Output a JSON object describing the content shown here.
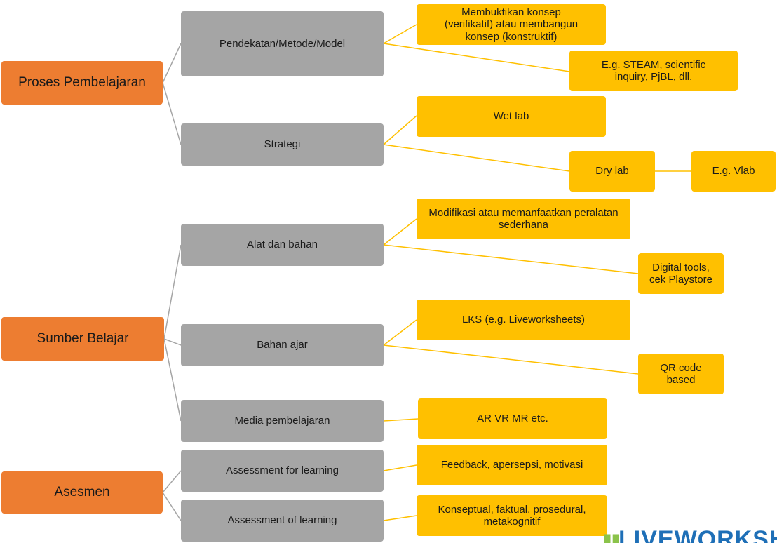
{
  "categories": {
    "proses": "Proses Pembelajaran",
    "sumber": "Sumber Belajar",
    "asesmen": "Asesmen"
  },
  "subs": {
    "pendekatan": "Pendekatan/Metode/Model",
    "strategi": "Strategi",
    "alat": "Alat dan bahan",
    "bahan_ajar": "Bahan ajar",
    "media": "Media pembelajaran",
    "afl": "Assessment for learning",
    "aol": "Assessment of learning"
  },
  "leaves": {
    "membuktikan": "Membuktikan konsep (verifikatif) atau membangun konsep (konstruktif)",
    "steam": "E.g. STEAM, scientific inquiry, PjBL, dll.",
    "wetlab": "Wet lab",
    "drylab": "Dry lab",
    "vlab": "E.g. Vlab",
    "modifikasi": "Modifikasi atau memanfaatkan peralatan sederhana",
    "digital": "Digital tools, cek Playstore",
    "lks": "LKS (e.g. Liveworksheets)",
    "qr": "QR code based",
    "arvr": "AR VR MR etc.",
    "feedback": "Feedback, apersepsi, motivasi",
    "konseptual": "Konseptual, faktual, prosedural, metakognitif"
  },
  "watermark": "LIVEWORKSHEETS",
  "colors": {
    "category": "#ed7d31",
    "subcategory": "#a5a5a5",
    "leaf": "#ffc000",
    "connector": "#a5a5a5",
    "leaf_connector": "#ffc000",
    "watermark": "#1e6fb7"
  }
}
